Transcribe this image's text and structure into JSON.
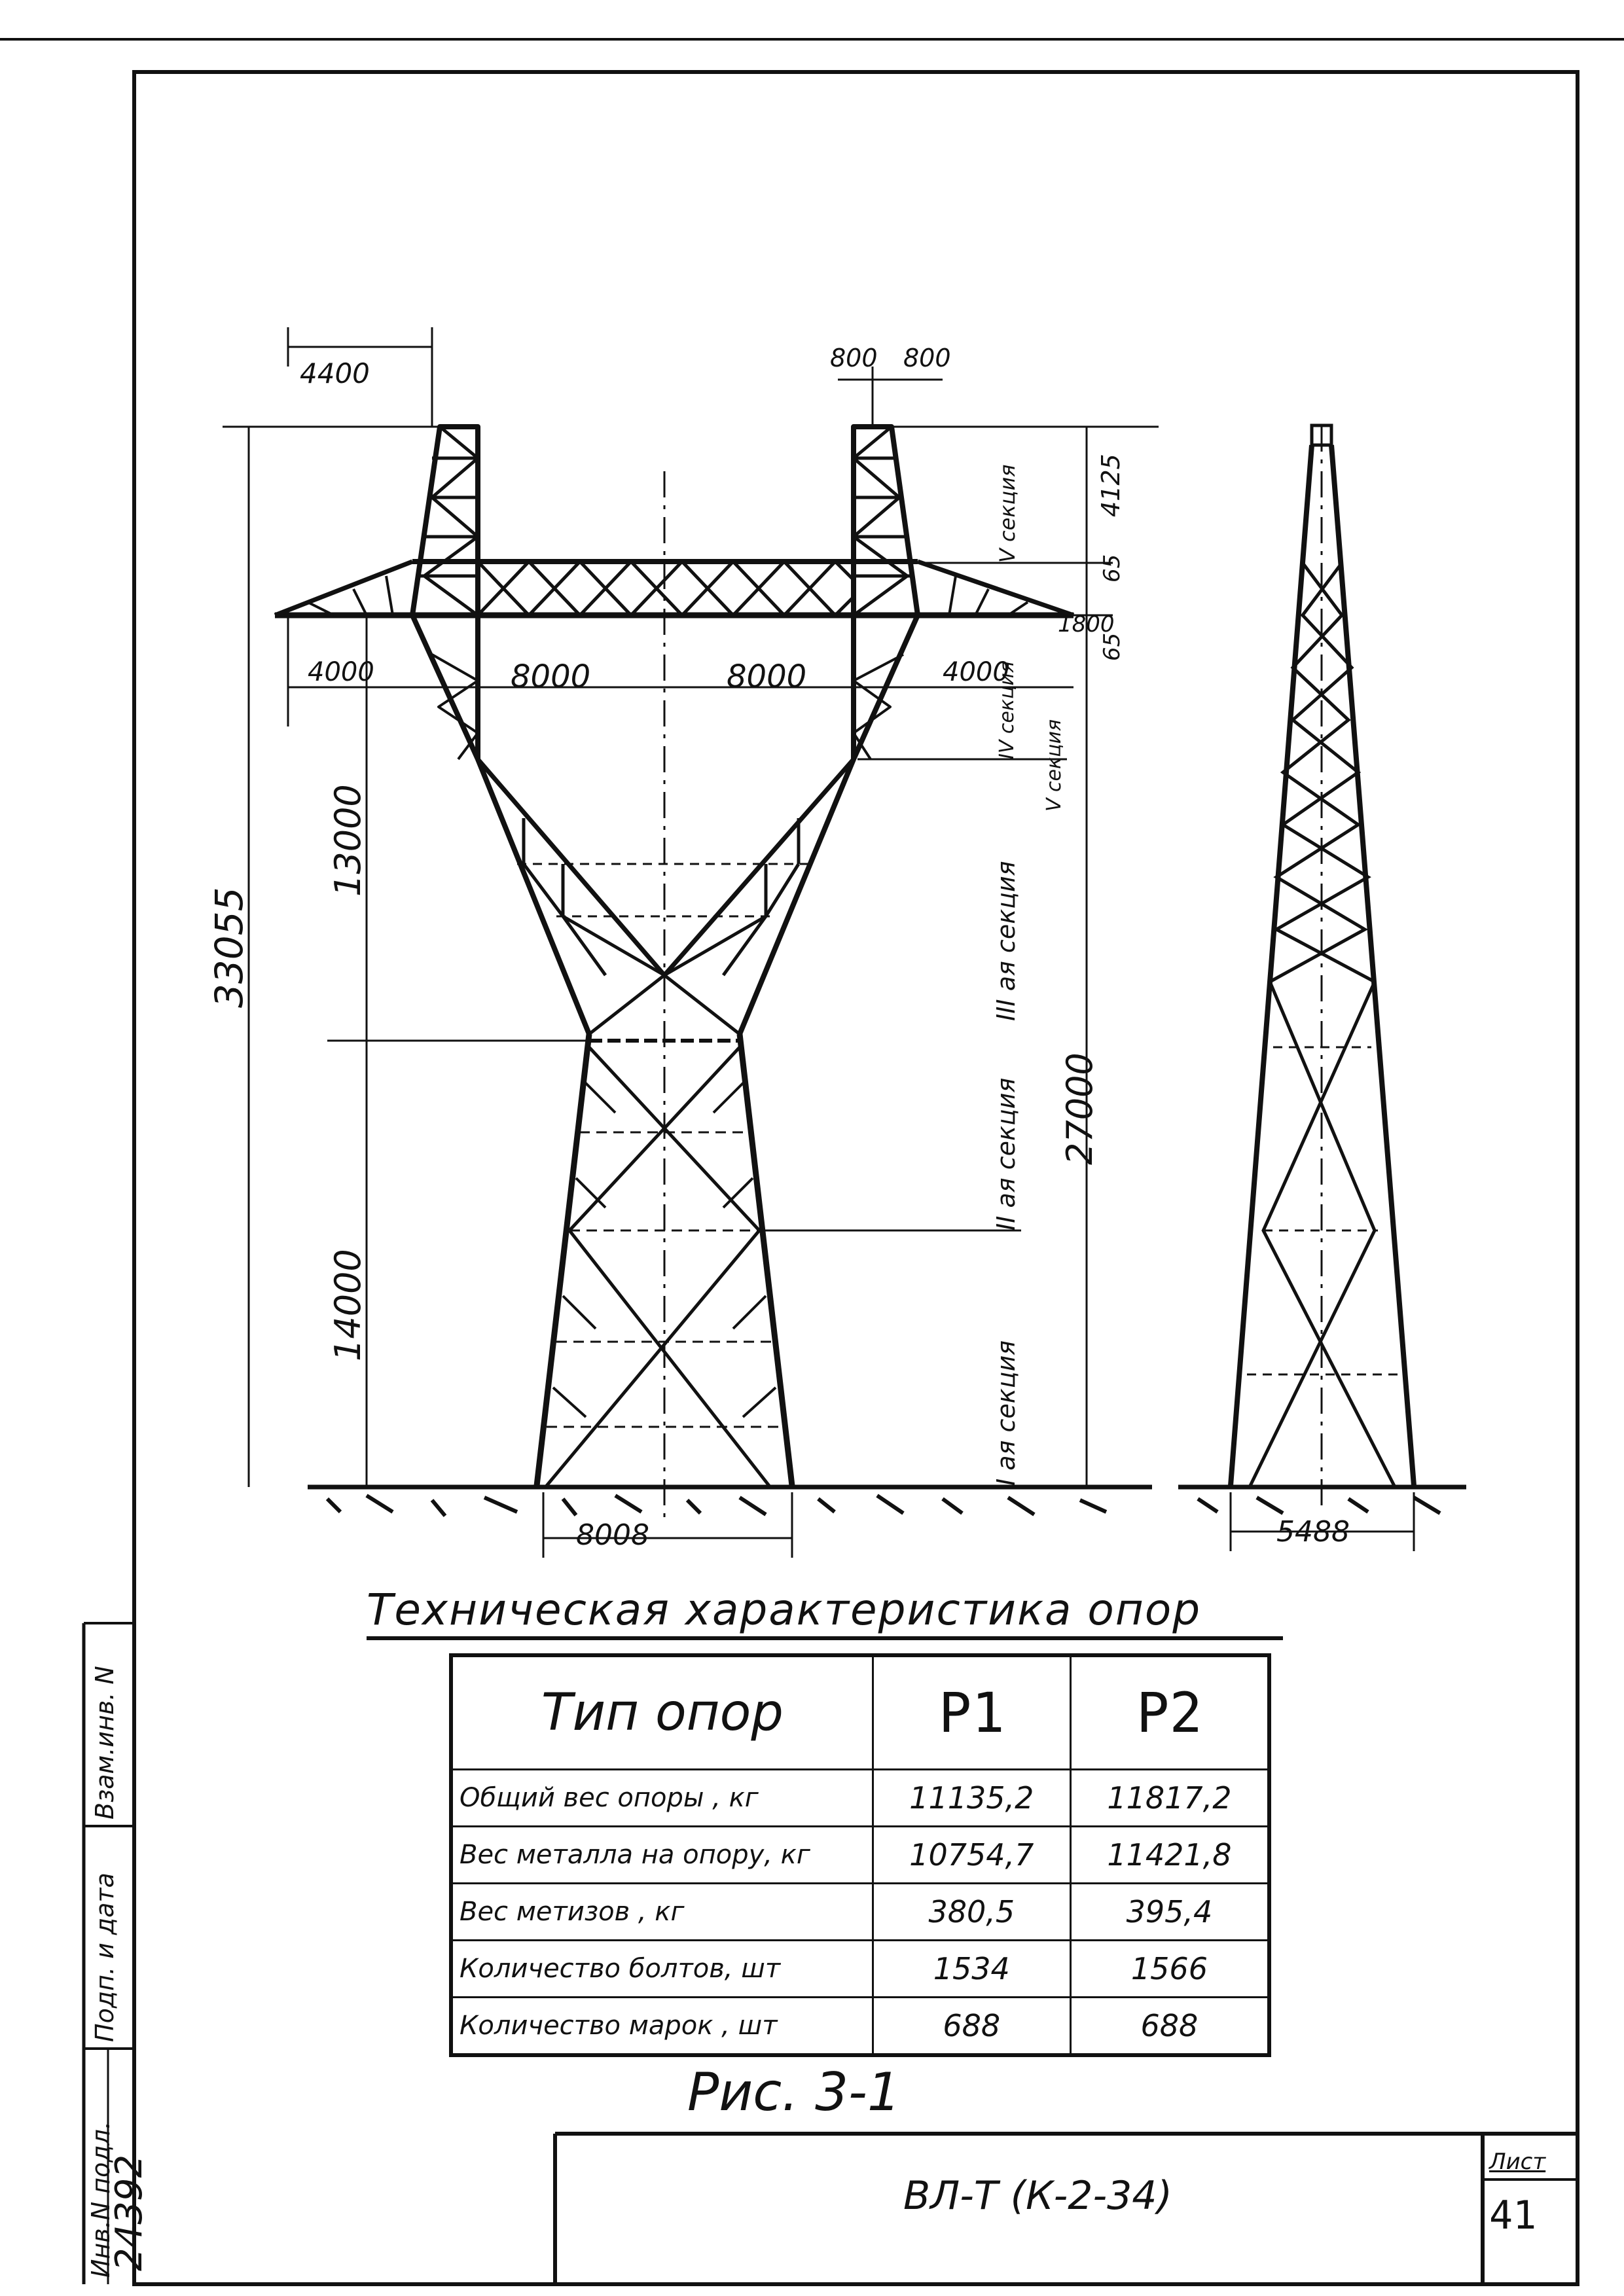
{
  "dimensions": {
    "crossarm_outer": "4400",
    "peak_left": "800",
    "peak_right": "800",
    "top_section_height": "4125",
    "gap_upper": "65",
    "gap_lower": "65",
    "crossarm_depth": "1800",
    "cantilever_left": "4000",
    "cantilever_right": "4000",
    "inner_left": "8000",
    "inner_right": "8000",
    "total_height": "33055",
    "upper_height": "13000",
    "lower_height": "14000",
    "height_to_crossarm": "27000",
    "base_front": "8008",
    "base_side": "5488"
  },
  "sections": {
    "s5_top": "V секция",
    "s4": "IV секция",
    "s5_mid": "V секция",
    "s3": "III ая секция",
    "s2": "II ая секция",
    "s1": "I ая секция"
  },
  "spec_table": {
    "title": "Техническая характеристика опор",
    "header": "Тип опор",
    "columns": [
      "P1",
      "P2"
    ],
    "rows": [
      {
        "label": "Общий вес опоры , кг",
        "p1": "11135,2",
        "p2": "11817,2"
      },
      {
        "label": "Вес металла на опору, кг",
        "p1": "10754,7",
        "p2": "11421,8"
      },
      {
        "label": "Вес метизов ,     кг",
        "p1": "380,5",
        "p2": "395,4"
      },
      {
        "label": "Количество болтов, шт",
        "p1": "1534",
        "p2": "1566"
      },
      {
        "label": "Количество марок , шт",
        "p1": "688",
        "p2": "688"
      }
    ]
  },
  "figure_caption": "Рис. 3-1",
  "stamp": {
    "title": "ВЛ-Т (К-2-34)",
    "sheet_label": "Лист",
    "sheet_number": "41"
  },
  "margin": {
    "inv_label": "Инв.N подл.",
    "inv_number": "24392",
    "sign_label": "Подп. и дата",
    "replace_label": "Взам.инв. N"
  }
}
